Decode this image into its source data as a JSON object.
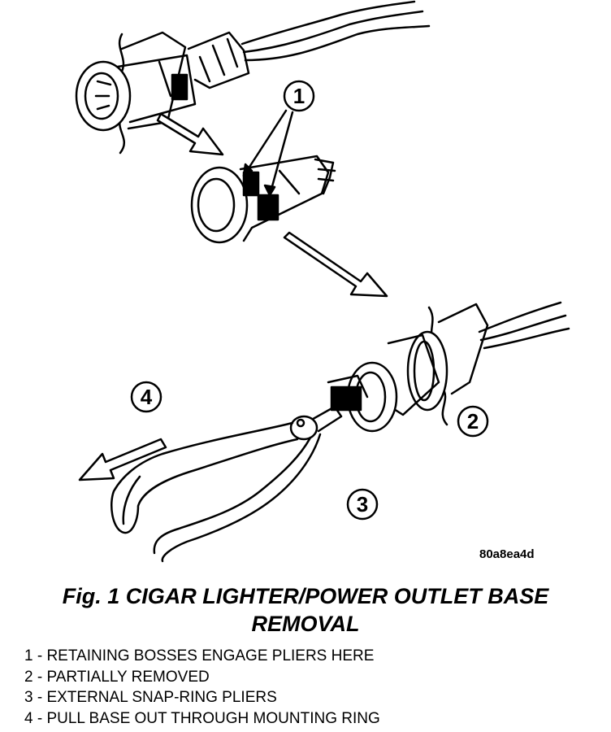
{
  "figure": {
    "reference_code": "80a8ea4d",
    "caption_line1": "Fig. 1 CIGAR LIGHTER/POWER OUTLET BASE",
    "caption_line2": "REMOVAL"
  },
  "callouts": [
    {
      "number": "1",
      "text": "1 - RETAINING BOSSES ENGAGE PLIERS HERE"
    },
    {
      "number": "2",
      "text": "2 - PARTIALLY REMOVED"
    },
    {
      "number": "3",
      "text": "3 - EXTERNAL SNAP-RING PLIERS"
    },
    {
      "number": "4",
      "text": "4 - PULL BASE OUT THROUGH MOUNTING RING"
    }
  ],
  "colors": {
    "ink": "#000000",
    "paper": "#ffffff"
  }
}
